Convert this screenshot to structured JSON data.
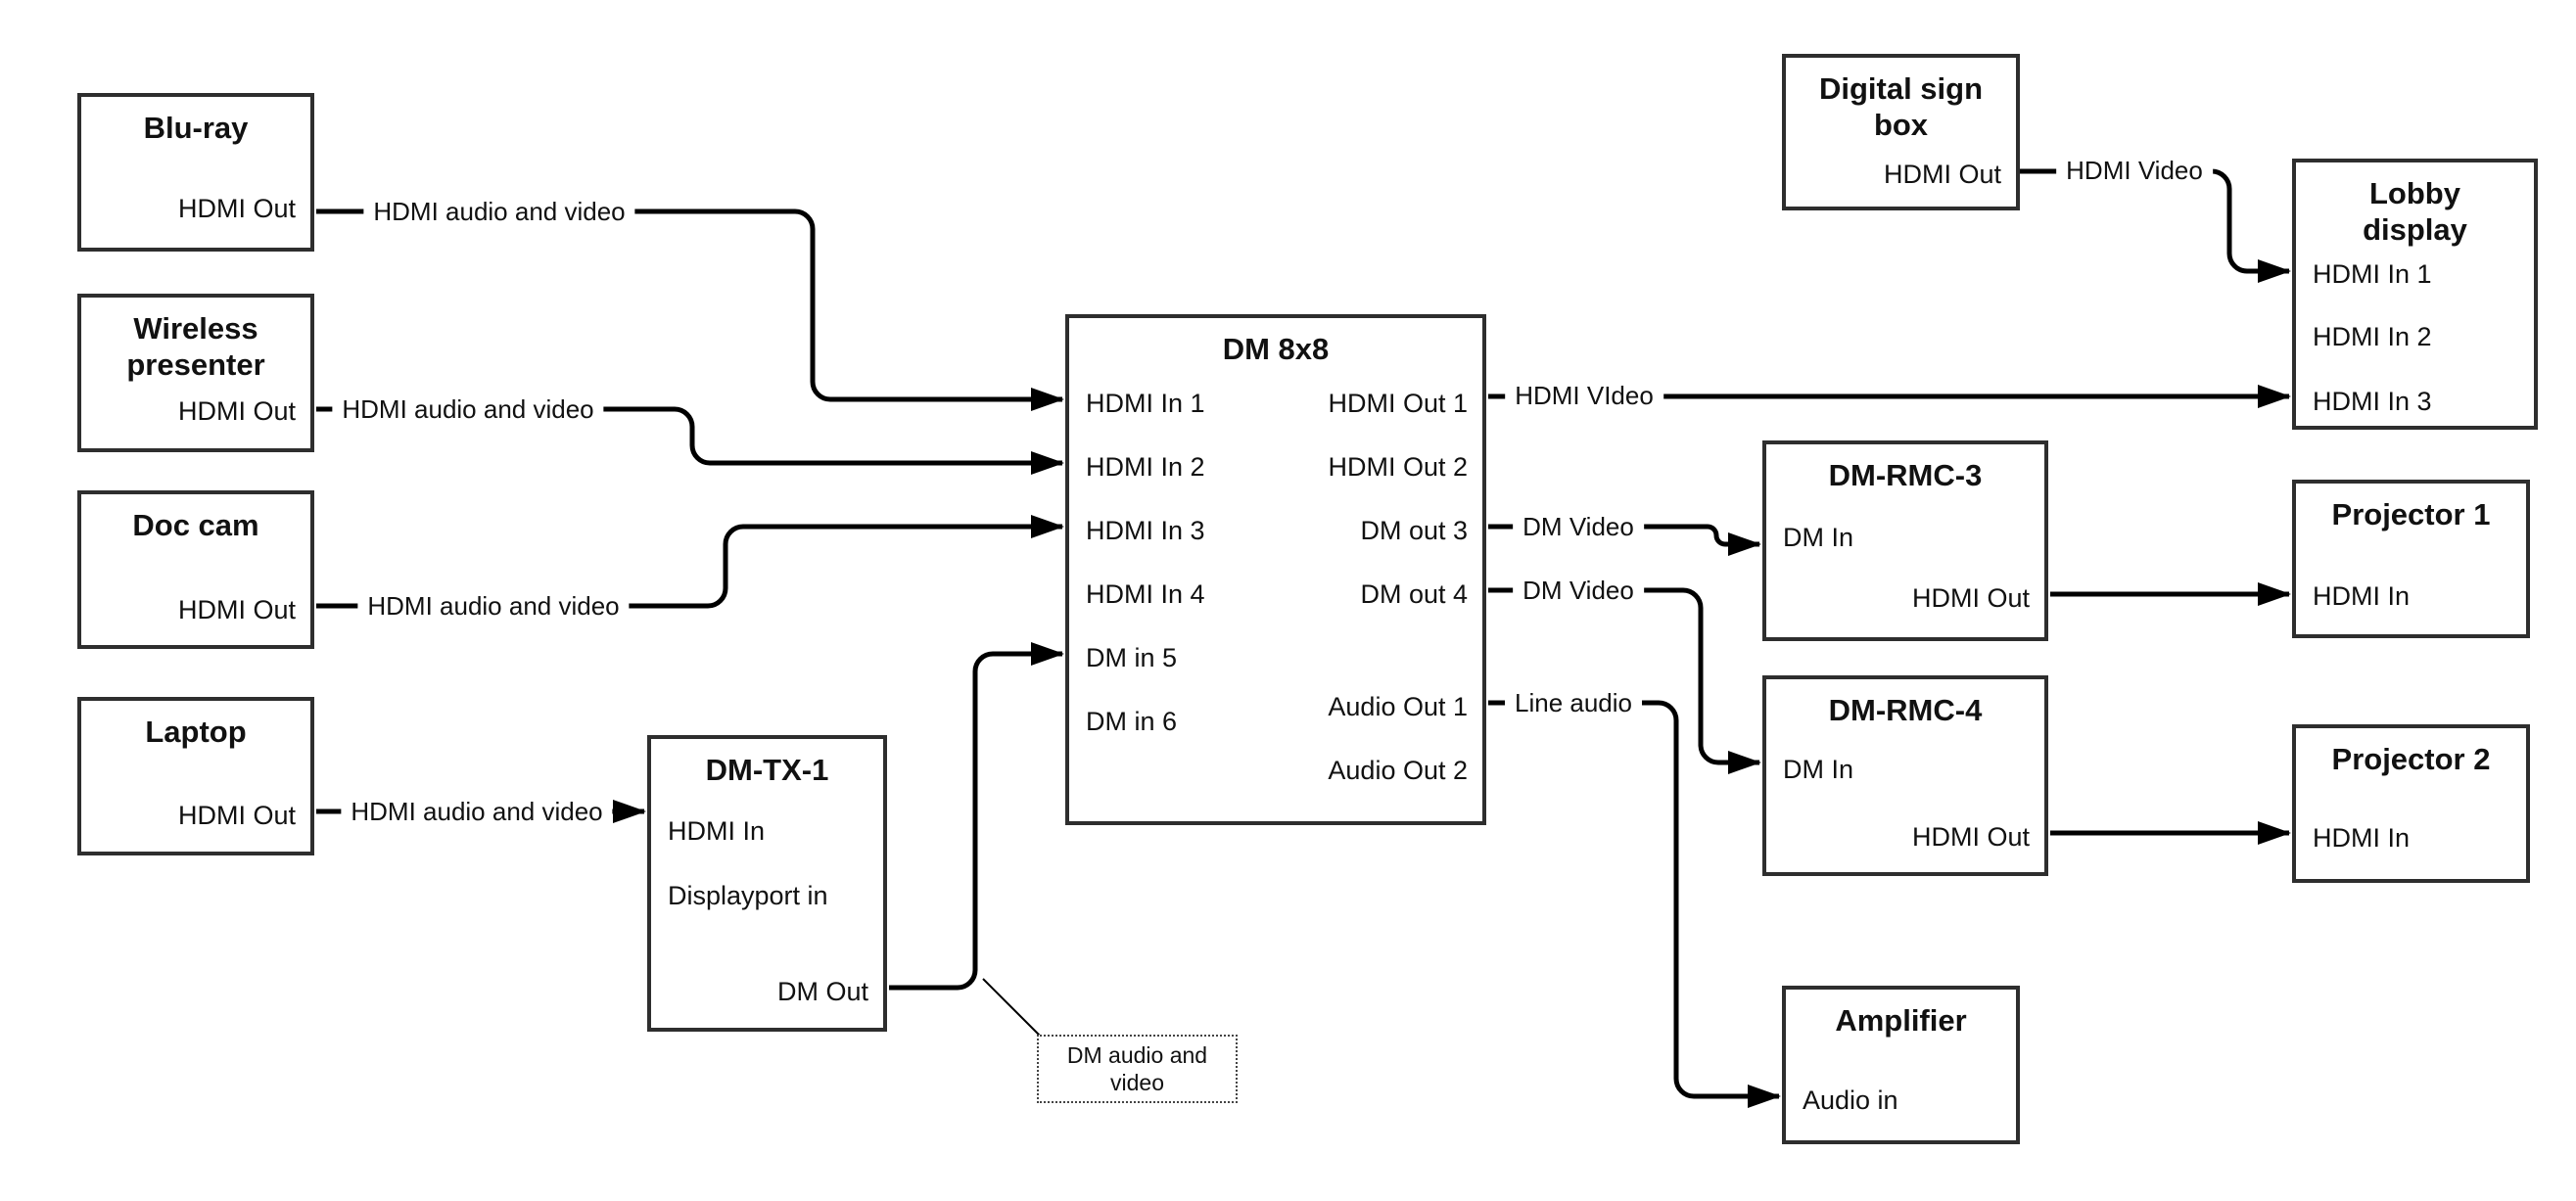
{
  "boxes": {
    "bluray": {
      "title": "Blu-ray",
      "ports": [
        "HDMI Out"
      ]
    },
    "wireless": {
      "title": "Wireless\npresenter",
      "ports": [
        "HDMI Out"
      ]
    },
    "doccam": {
      "title": "Doc cam",
      "ports": [
        "HDMI Out"
      ]
    },
    "laptop": {
      "title": "Laptop",
      "ports": [
        "HDMI Out"
      ]
    },
    "dmtx1": {
      "title": "DM-TX-1",
      "ports": [
        "HDMI In",
        "Displayport in",
        "DM Out"
      ]
    },
    "dm8x8": {
      "title": "DM 8x8",
      "ports_left": [
        "HDMI In 1",
        "HDMI In 2",
        "HDMI In 3",
        "HDMI In 4",
        "DM in 5",
        "DM in 6"
      ],
      "ports_right": [
        "HDMI Out 1",
        "HDMI Out 2",
        "DM out 3",
        "DM out 4",
        "Audio Out 1",
        "Audio Out 2"
      ]
    },
    "digitalsign": {
      "title": "Digital sign\nbox",
      "ports": [
        "HDMI Out"
      ]
    },
    "lobby": {
      "title": "Lobby\ndisplay",
      "ports": [
        "HDMI In 1",
        "HDMI In 2",
        "HDMI In 3"
      ]
    },
    "dmrmc3": {
      "title": "DM-RMC-3",
      "ports": [
        "DM In",
        "HDMI Out"
      ]
    },
    "proj1": {
      "title": "Projector 1",
      "ports": [
        "HDMI In"
      ]
    },
    "dmrmc4": {
      "title": "DM-RMC-4",
      "ports": [
        "DM In",
        "HDMI Out"
      ]
    },
    "proj2": {
      "title": "Projector 2",
      "ports": [
        "HDMI In"
      ]
    },
    "amplifier": {
      "title": "Amplifier",
      "ports": [
        "Audio in"
      ]
    }
  },
  "wire_labels": {
    "bluray_av": "HDMI audio and video",
    "wireless_av": "HDMI audio and video",
    "doccam_av": "HDMI audio and video",
    "laptop_av": "HDMI audio and video",
    "hdmi_out1_video": "HDMI VIdeo",
    "digitalsign_video": "HDMI Video",
    "dm_out3_video": "DM Video",
    "dm_out4_video": "DM Video",
    "audio_out1_line": "Line audio"
  },
  "note": {
    "text": "DM audio and\nvideo"
  },
  "colors": {
    "line": "#000000",
    "box_border": "#2e2e2e",
    "text": "#111111",
    "background": "#ffffff"
  }
}
